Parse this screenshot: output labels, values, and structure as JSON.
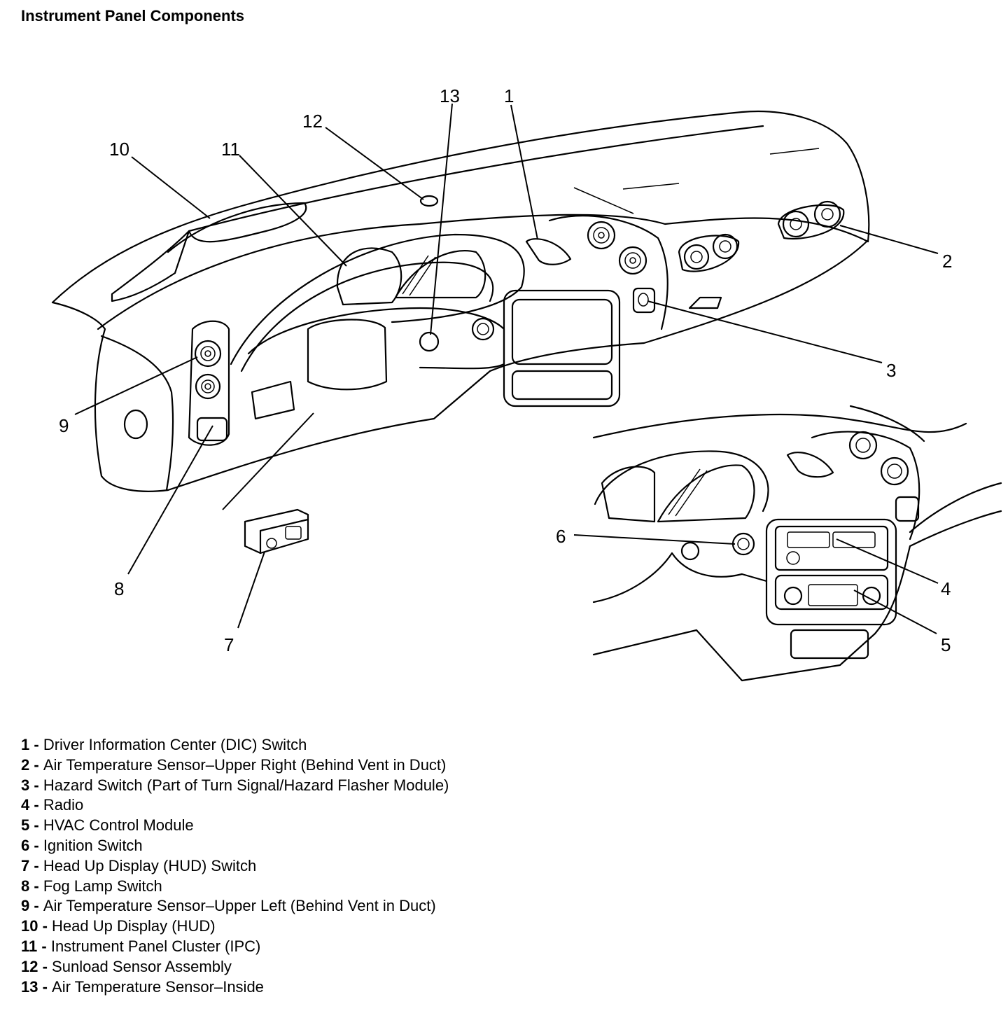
{
  "title": "Instrument Panel Components",
  "callouts": [
    {
      "number": "1"
    },
    {
      "number": "2"
    },
    {
      "number": "3"
    },
    {
      "number": "4"
    },
    {
      "number": "5"
    },
    {
      "number": "6"
    },
    {
      "number": "7"
    },
    {
      "number": "8"
    },
    {
      "number": "9"
    },
    {
      "number": "10"
    },
    {
      "number": "11"
    },
    {
      "number": "12"
    },
    {
      "number": "13"
    }
  ],
  "legend": [
    {
      "number": "1",
      "label": "Driver Information Center (DIC) Switch"
    },
    {
      "number": "2",
      "label": "Air Temperature Sensor–Upper Right (Behind Vent in Duct)"
    },
    {
      "number": "3",
      "label": "Hazard Switch (Part of Turn Signal/Hazard Flasher Module)"
    },
    {
      "number": "4",
      "label": "Radio"
    },
    {
      "number": "5",
      "label": "HVAC Control Module"
    },
    {
      "number": "6",
      "label": "Ignition Switch"
    },
    {
      "number": "7",
      "label": "Head Up Display (HUD) Switch"
    },
    {
      "number": "8",
      "label": "Fog Lamp Switch"
    },
    {
      "number": "9",
      "label": "Air Temperature Sensor–Upper Left (Behind Vent in Duct)"
    },
    {
      "number": "10",
      "label": "Head Up Display (HUD)"
    },
    {
      "number": "11",
      "label": "Instrument Panel Cluster (IPC)"
    },
    {
      "number": "12",
      "label": "Sunload Sensor Assembly"
    },
    {
      "number": "13",
      "label": "Air Temperature Sensor–Inside"
    }
  ],
  "separator": " - "
}
